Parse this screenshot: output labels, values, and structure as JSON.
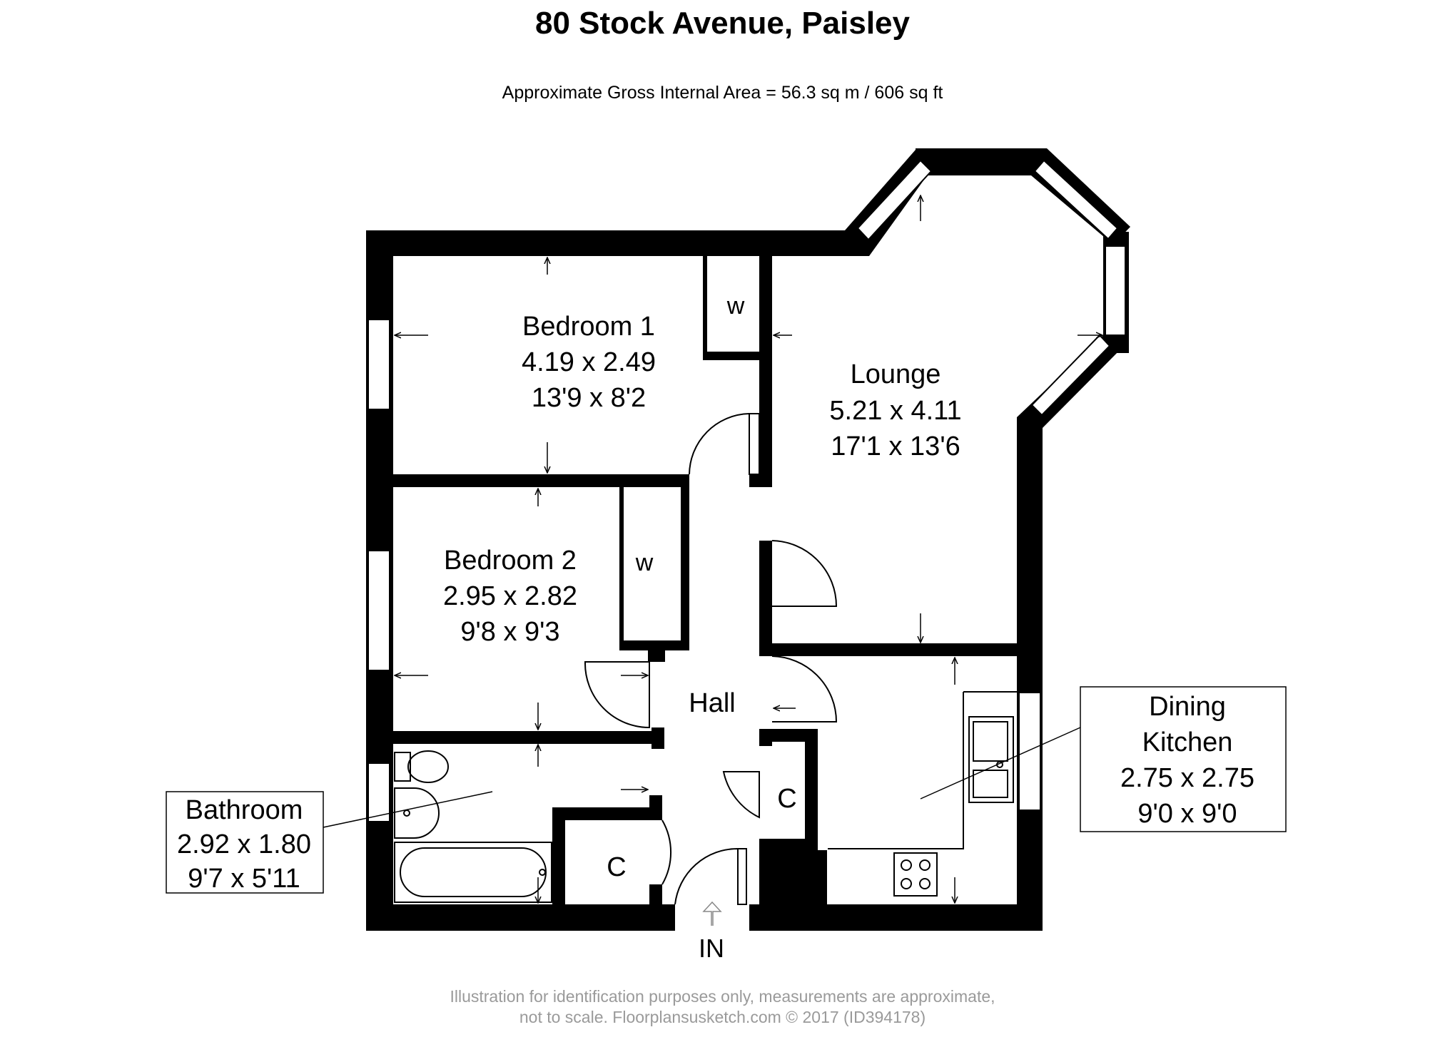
{
  "title": "80 Stock Avenue, Paisley",
  "subtitle": "Approximate Gross Internal Area = 56.3 sq m / 606 sq ft",
  "rooms": {
    "bedroom1": {
      "name": "Bedroom 1",
      "metric": "4.19 x 2.49",
      "imperial": "13'9 x 8'2"
    },
    "bedroom2": {
      "name": "Bedroom 2",
      "metric": "2.95 x 2.82",
      "imperial": "9'8 x 9'3"
    },
    "lounge": {
      "name": "Lounge",
      "metric": "5.21 x 4.11",
      "imperial": "17'1 x 13'6"
    },
    "kitchen": {
      "name_line1": "Dining",
      "name_line2": "Kitchen",
      "metric": "2.75 x 2.75",
      "imperial": "9'0 x 9'0"
    },
    "bathroom": {
      "name": "Bathroom",
      "metric": "2.92 x 1.80",
      "imperial": "9'7 x 5'11"
    },
    "hall": {
      "name": "Hall"
    }
  },
  "labels": {
    "wardrobe": "w",
    "cupboard": "C",
    "entrance": "IN"
  },
  "disclaimer": {
    "line1": "Illustration for identification purposes only, measurements are approximate,",
    "line2": "not to scale. Floorplansusketch.com © 2017 (ID394178)"
  },
  "colors": {
    "wall": "#000000",
    "window": "#ffffff",
    "disclaimer": "#9a9a9a"
  }
}
